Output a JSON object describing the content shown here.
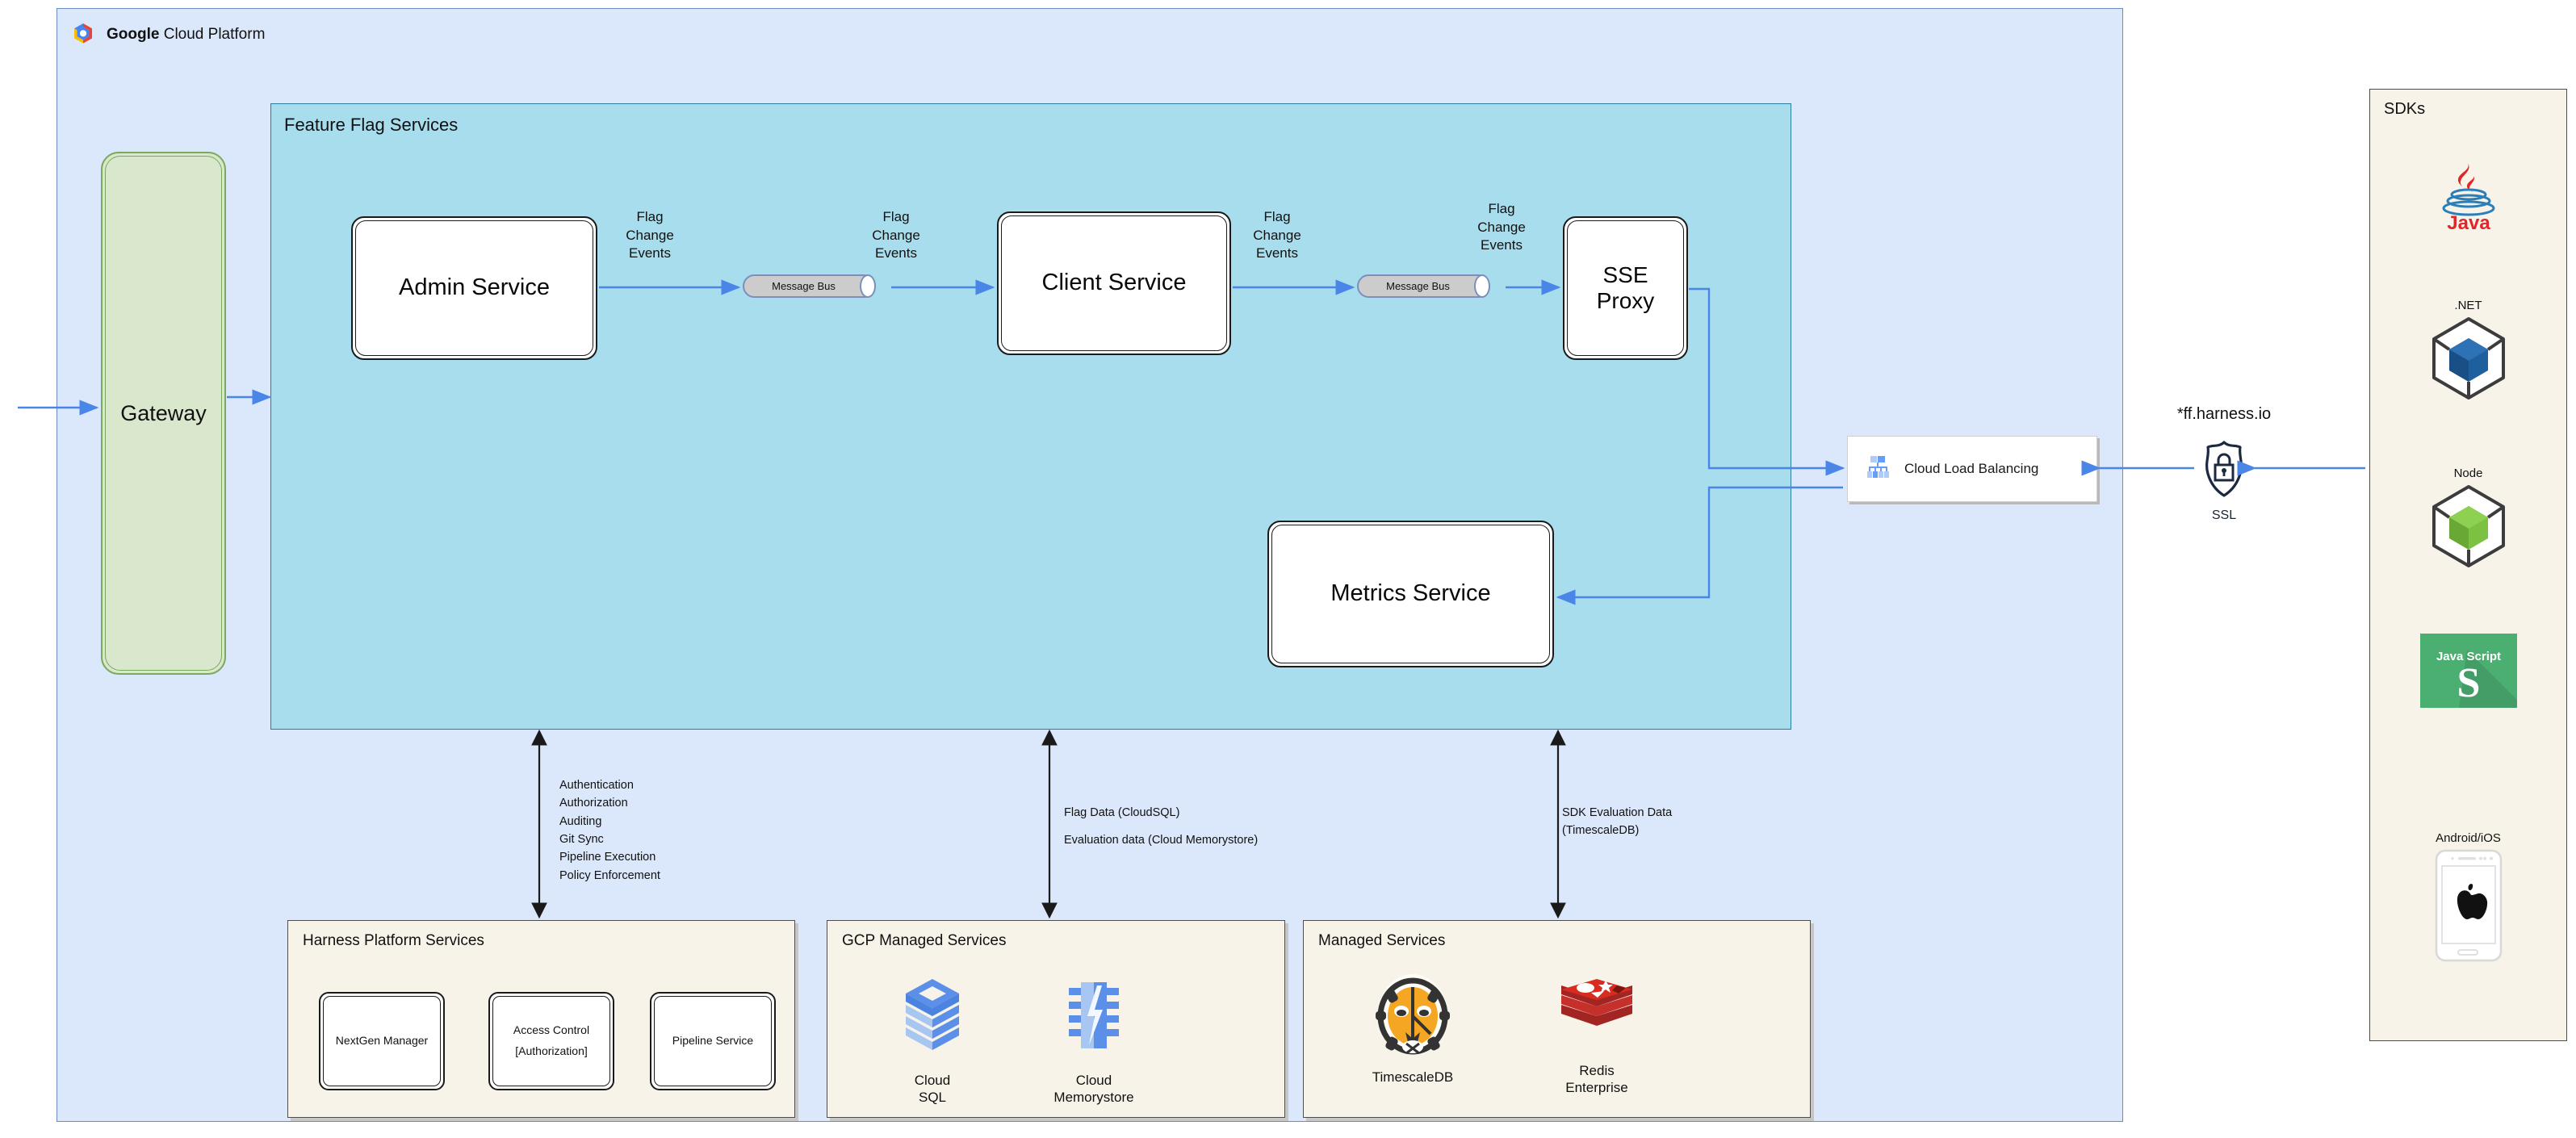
{
  "gcp": {
    "title_bold": "Google",
    "title_rest": " Cloud Platform",
    "logo_icon": "google-cloud-logo-icon"
  },
  "feature_flag_services": {
    "title": "Feature Flag Services",
    "gateway": {
      "label": "Gateway"
    },
    "services": [
      {
        "id": "admin-service",
        "label": "Admin Service"
      },
      {
        "id": "client-service",
        "label": "Client Service"
      },
      {
        "id": "sse-proxy",
        "label": "SSE\nProxy"
      },
      {
        "id": "metrics-service",
        "label": "Metrics Service"
      }
    ],
    "message_buses": [
      {
        "id": "bus1",
        "label": "Message Bus"
      },
      {
        "id": "bus2",
        "label": "Message Bus"
      }
    ],
    "flow_labels": [
      {
        "id": "flag1",
        "label": "Flag\nChange\nEvents"
      },
      {
        "id": "flag2",
        "label": "Flag\nChange\nEvents"
      },
      {
        "id": "flag3",
        "label": "Flag\nChange\nEvents"
      },
      {
        "id": "flag4",
        "label": "Flag\nChange\nEvents"
      }
    ]
  },
  "load_balancer": {
    "label": "Cloud Load Balancing",
    "icon": "cloud-load-balancing-icon"
  },
  "edge": {
    "domain": "*ff.harness.io",
    "ssl_label": "SSL",
    "ssl_icon": "ssl-shield-lock-icon"
  },
  "sdks": {
    "title": "SDKs",
    "items": [
      {
        "caption": "",
        "name": "Java",
        "icon": "java-logo-icon"
      },
      {
        "caption": ".NET",
        "name": ".NET",
        "icon": "dotnet-cube-icon"
      },
      {
        "caption": "Node",
        "name": "Node",
        "icon": "node-cube-icon"
      },
      {
        "caption": "",
        "name": "Java Script",
        "icon": "javascript-logo-icon"
      },
      {
        "caption": "Android/iOS",
        "name": "Android/iOS",
        "icon": "mobile-phone-apple-icon"
      }
    ]
  },
  "annotations": {
    "harness": [
      "Authentication",
      "Authorization",
      "Auditing",
      "Git Sync",
      "Pipeline Execution",
      "Policy Enforcement"
    ],
    "gcp": [
      "Flag Data (CloudSQL)",
      "Evaluation data (Cloud Memorystore)"
    ],
    "managed": [
      "SDK Evaluation Data",
      "(TimescaleDB)"
    ]
  },
  "bottom_groups": [
    {
      "id": "grp-harness",
      "title": "Harness Platform Services",
      "items": [
        {
          "label": "NextGen Manager"
        },
        {
          "label": "Access Control\n[Authorization]"
        },
        {
          "label": "Pipeline Service"
        }
      ]
    },
    {
      "id": "grp-gcp",
      "title": "GCP Managed Services",
      "items": [
        {
          "label": "Cloud\nSQL",
          "icon": "cloud-sql-icon"
        },
        {
          "label": "Cloud\nMemorystore",
          "icon": "cloud-memorystore-icon"
        }
      ]
    },
    {
      "id": "grp-managed",
      "title": "Managed Services",
      "items": [
        {
          "label": "TimescaleDB",
          "icon": "timescaledb-tiger-icon"
        },
        {
          "label": "Redis\nEnterprise",
          "icon": "redis-logo-icon"
        }
      ]
    }
  ],
  "colors": {
    "gcp_bg": "#dbe7fa",
    "ffs_bg": "#a8ddee",
    "group_bg": "#f7f3e9",
    "gateway_bg": "#d9e8cd",
    "arrow_blue": "#4a86e8",
    "arrow_black": "#1a1a1a"
  }
}
